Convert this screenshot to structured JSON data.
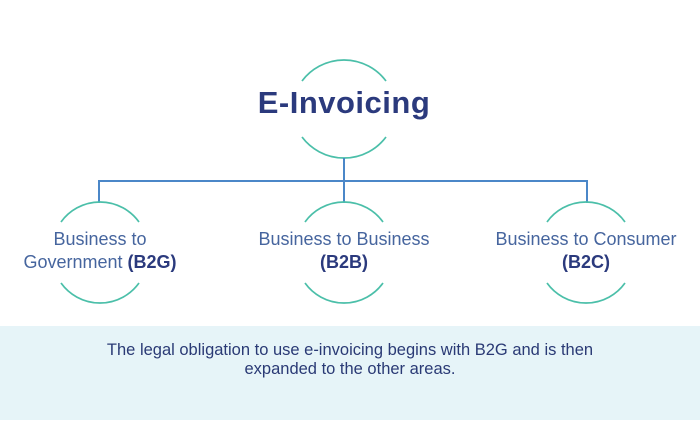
{
  "theme": {
    "bg": "#FFFFFF",
    "arc-teal": "#4BBFA9",
    "line-blue": "#4B87C8",
    "navy": "#2B3A7D",
    "steel-blue": "#46659E",
    "footer-bg": "#E6F4F8",
    "footer-text": "#2A3A75"
  },
  "root": {
    "title": "E-Invoicing"
  },
  "branches": [
    {
      "line1": "Business to",
      "line2_prefix": "Government",
      "code": "(B2G)"
    },
    {
      "line1": "Business to Business",
      "line2_prefix": "",
      "code": "(B2B)"
    },
    {
      "line1": "Business to Consumer",
      "line2_prefix": "",
      "code": "(B2C)"
    }
  ],
  "footer": {
    "line1": "The legal obligation to use e-invoicing begins with B2G and is then",
    "line2": "expanded to the other areas."
  }
}
